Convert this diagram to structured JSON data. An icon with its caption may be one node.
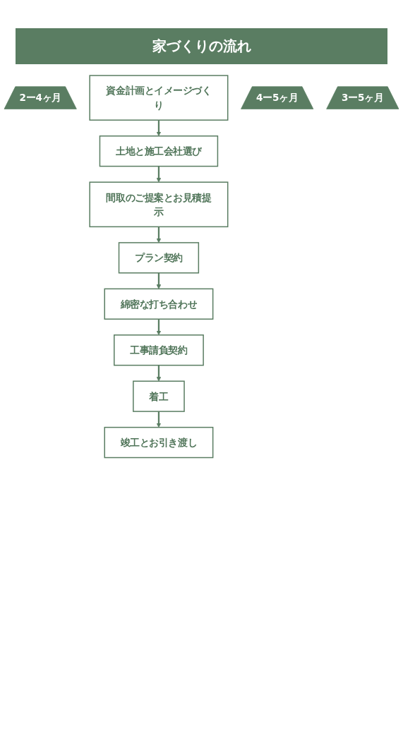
{
  "diagram": {
    "title": "家づくりの流れ",
    "nodes": [
      {
        "text": [
          "2ー4ヶ月"
        ]
      },
      {
        "text": [
          "資金計画とイメージづくり"
        ]
      },
      {
        "text": [
          "土地と施工会社選び"
        ]
      },
      {
        "text": [
          "間取のご提案とお見積提示"
        ]
      },
      {
        "text": [
          "4ー5ヶ月"
        ]
      },
      {
        "text": [
          "プラン契約"
        ]
      },
      {
        "text": [
          "綿密な打ち合わせ"
        ]
      },
      {
        "text": [
          "工事請負契約"
        ]
      },
      {
        "text": [
          "3ー5ヶ月"
        ]
      },
      {
        "text": [
          "着工"
        ]
      },
      {
        "text": [
          "竣工とお引き渡し"
        ]
      }
    ],
    "edges": [
      {
        "from": 1,
        "to": 2,
        "arrow": "to"
      },
      {
        "from": 2,
        "to": 3,
        "arrow": "to"
      },
      {
        "from": 3,
        "to": 5,
        "arrow": "to"
      },
      {
        "from": 5,
        "to": 6,
        "arrow": "to"
      },
      {
        "from": 6,
        "to": 7,
        "arrow": "to"
      },
      {
        "from": 7,
        "to": 9,
        "arrow": "to"
      },
      {
        "from": 9,
        "to": 10,
        "arrow": "to"
      }
    ]
  }
}
